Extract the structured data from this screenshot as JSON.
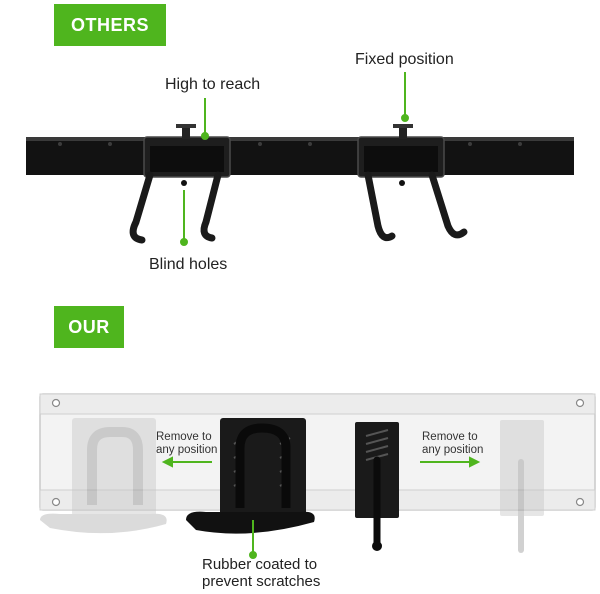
{
  "others_section": {
    "badge": "OTHERS",
    "labels": {
      "high_to_reach": "High to reach",
      "fixed_position": "Fixed position",
      "blind_holes": "Blind holes"
    }
  },
  "our_section": {
    "badge": "OUR",
    "labels": {
      "remove_left_line1": "Remove to",
      "remove_left_line2": "any position",
      "remove_right_line1": "Remove to",
      "remove_right_line2": "any position",
      "rubber_line1": "Rubber coated to",
      "rubber_line2": "prevent scratches"
    }
  },
  "colors": {
    "accent_green": "#4fb51e",
    "rail_black": "#111111",
    "rail_white": "#f2f2f2"
  }
}
